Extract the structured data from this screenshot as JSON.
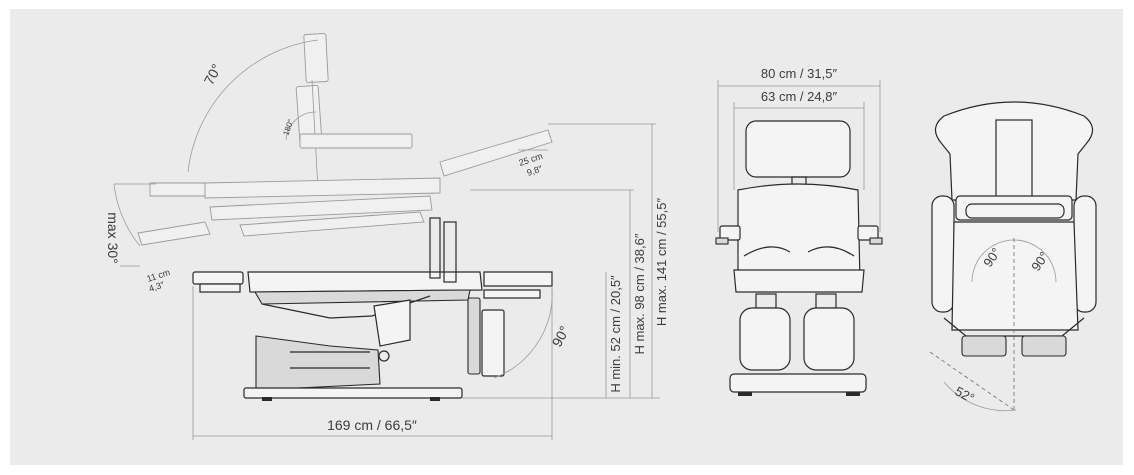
{
  "colors": {
    "background": "#ebebeb",
    "outline": "#2a2a2a",
    "dimension_line": "#9a9a9a",
    "label": "#3c3c3c"
  },
  "side_view": {
    "backrest_tilt": "70°",
    "backrest_fold": "180°",
    "seat_tilt": "max 30°",
    "head_low": {
      "cm": "11 cm",
      "in": "4,3″"
    },
    "leg_extension": {
      "cm": "25 cm",
      "in": "9,8″"
    },
    "leg_rotation": "90°",
    "length": "169 cm / 66,5″",
    "h_min": "H min. 52 cm / 20,5″",
    "h_max_seat": "H max. 98 cm / 38,6″",
    "h_max_total": "H max. 141 cm / 55,5″"
  },
  "front_view": {
    "width_outer": "80 cm / 31,5″",
    "width_inner": "63 cm / 24,8″"
  },
  "top_view": {
    "left_rotation": "90°",
    "right_rotation": "90°",
    "swivel": "52°"
  }
}
